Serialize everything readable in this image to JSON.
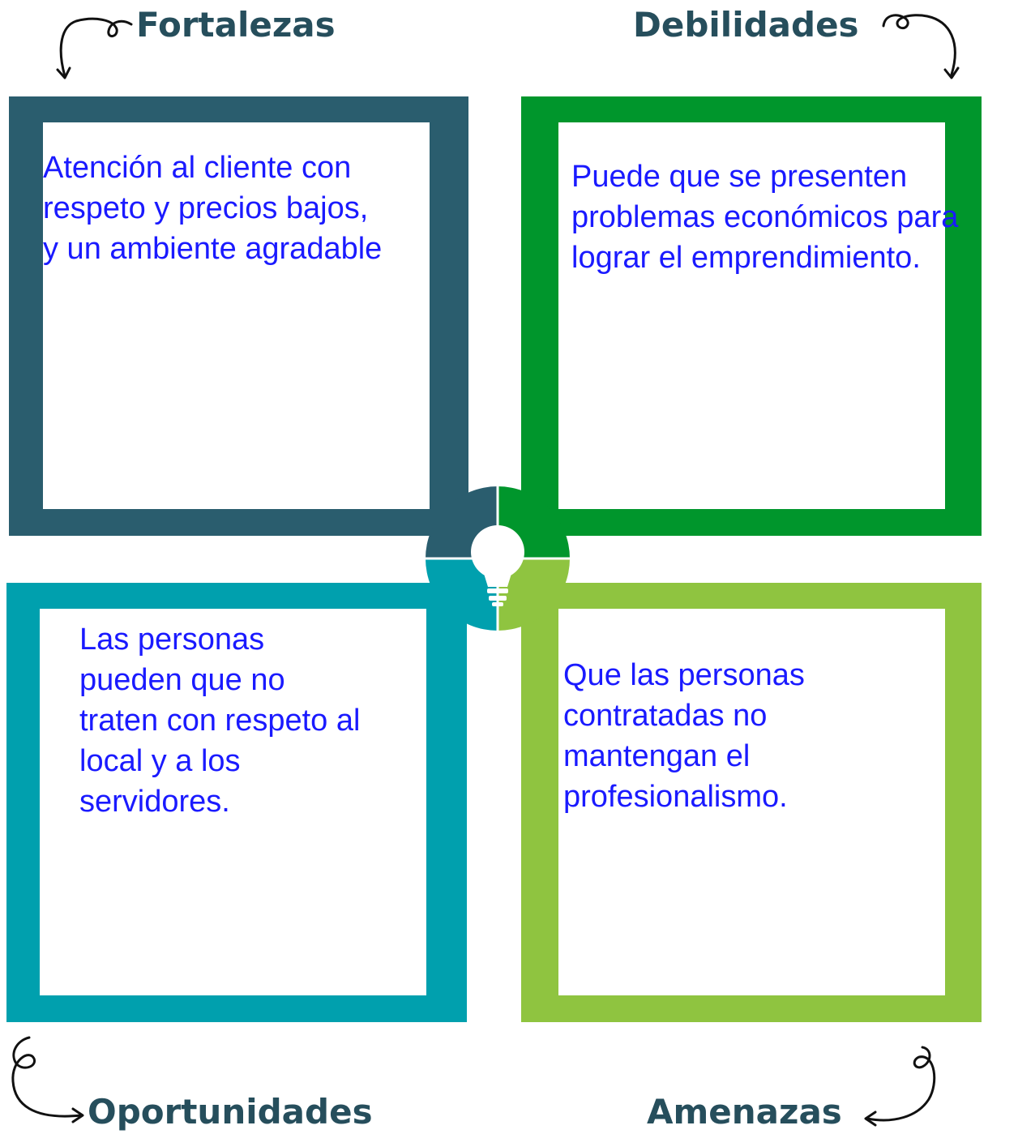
{
  "quadrants": {
    "strengths": {
      "heading": "Fortalezas",
      "text": "Atención al cliente con\nrespeto y precios bajos,\ny un ambiente agradable",
      "color": "#2a5d6e"
    },
    "weaknesses": {
      "heading": "Debilidades",
      "text": "Puede que se presenten\nproblemas económicos para\nlograr el emprendimiento.",
      "color": "#00962c"
    },
    "opportunities": {
      "heading": "Oportunidades",
      "text": "Las personas\npueden que no\ntraten con respeto al\nlocal y a los\nservidores.",
      "color": "#00a0ae"
    },
    "threats": {
      "heading": "Amenazas",
      "text": "Que las personas\ncontratadas no\nmantengan el\nprofesionalismo.",
      "color": "#8fc440"
    }
  },
  "colors": {
    "heading": "#264e5c",
    "body_text": "#1a1aff"
  },
  "center_icon": "lightbulb-icon"
}
